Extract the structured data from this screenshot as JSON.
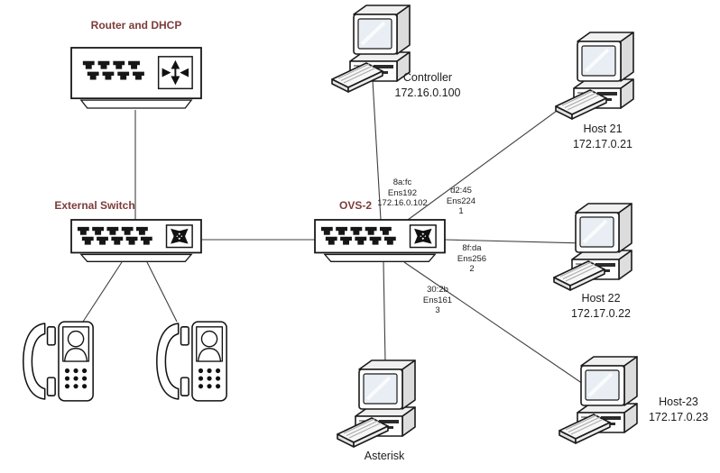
{
  "palette": {
    "device_title": "#7d3b3b",
    "label_text": "#1c1c1c",
    "wire": "#3f3f3f"
  },
  "nodes": {
    "router": {
      "label": "Router and DHCP",
      "icon": "router-icon"
    },
    "external_switch": {
      "label": "External Switch",
      "icon": "switch-icon"
    },
    "ovs2": {
      "label": "OVS-2",
      "icon": "switch-icon"
    },
    "controller": {
      "label": "Controller",
      "ip": "172.16.0.100",
      "icon": "desktop-computer-icon"
    },
    "host21": {
      "label": "Host 21",
      "ip": "172.17.0.21",
      "icon": "desktop-computer-icon"
    },
    "host22": {
      "label": "Host 22",
      "ip": "172.17.0.22",
      "icon": "desktop-computer-icon"
    },
    "host23": {
      "label": "Host-23",
      "ip": "172.17.0.23",
      "icon": "desktop-computer-icon"
    },
    "asterisk": {
      "label": "Asterisk",
      "icon": "desktop-computer-icon"
    },
    "phone_1": {
      "icon": "video-phone-icon"
    },
    "phone_2": {
      "icon": "video-phone-icon"
    }
  },
  "link_labels": {
    "ovs2_controller": {
      "mac": "8a:fc",
      "interface": "Ens192",
      "ip": "172.16.0.102"
    },
    "ovs2_host21": {
      "mac": "d2:45",
      "interface": "Ens224",
      "port": "1"
    },
    "ovs2_host22": {
      "mac": "8f:da",
      "interface": "Ens256",
      "port": "2"
    },
    "ovs2_host23": {
      "mac": "30:2b",
      "interface": "Ens161",
      "port": "3"
    }
  }
}
